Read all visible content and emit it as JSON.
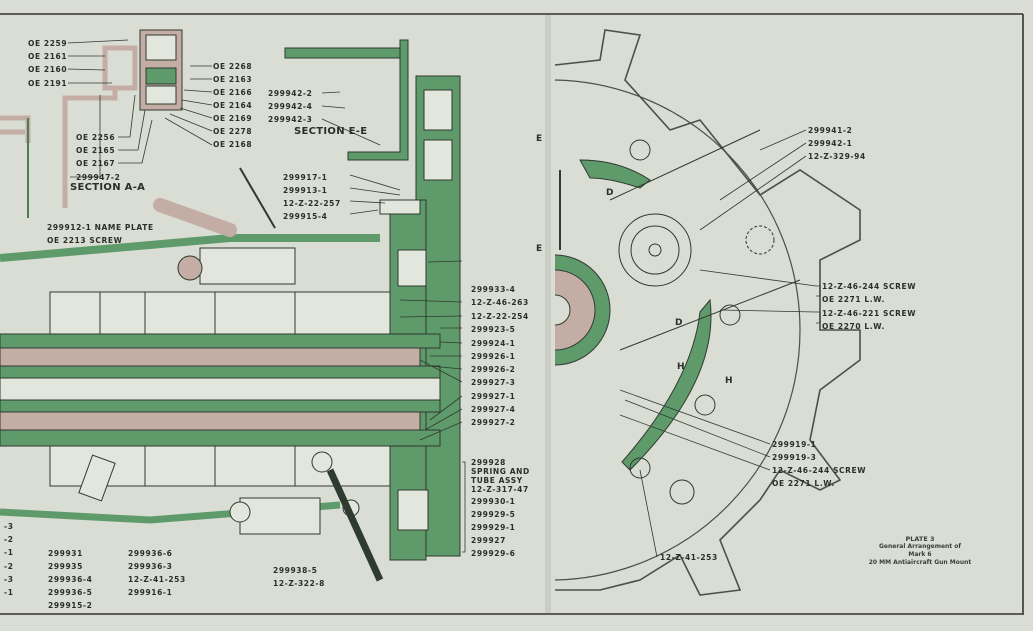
{
  "colors": {
    "paper": "#d9ddd3",
    "green": "#5f9a6b",
    "pink": "#c4ada4",
    "ink": "#2f3a30"
  },
  "plate": {
    "number": "PLATE 3",
    "line1": "General Arrangement of",
    "line2": "Mark 6",
    "line3": "20 MM Antiaircraft Gun Mount"
  },
  "sections": {
    "aa": "SECTION A-A",
    "ee": "SECTION E-E"
  },
  "section_marks": {
    "e_top": "E",
    "e_bottom": "E",
    "d_top": "D",
    "d_bottom": "D",
    "h_left": "H",
    "h_right": "H"
  },
  "callouts": {
    "section_aa_left": [
      "OE 2259",
      "OE 2161",
      "OE 2160",
      "OE 2191"
    ],
    "section_aa_right": [
      "OE 2268",
      "OE 2163",
      "OE 2166",
      "OE 2164",
      "OE 2169",
      "OE 2278",
      "OE 2168"
    ],
    "section_aa_bottom": [
      "OE 2256",
      "OE 2165",
      "OE 2167",
      "299947-2"
    ],
    "section_ee": [
      "299942-2",
      "299942-4",
      "299942-3"
    ],
    "receiver_upper": [
      "299917-1",
      "299913-1",
      "12-Z-22-257",
      "299915-4"
    ],
    "name_plate": [
      "299912-1 NAME PLATE",
      "OE 2213 SCREW"
    ],
    "right_column": [
      "299933-4",
      "12-Z-46-263",
      "12-Z-22-254",
      "299923-5",
      "299924-1",
      "299926-1",
      "299926-2",
      "299927-3",
      "299927-1",
      "299927-4",
      "299927-2"
    ],
    "spring_assy": [
      "299928",
      "SPRING AND",
      "TUBE ASSY",
      "12-Z-317-47",
      "299930-1",
      "299929-5",
      "299929-1",
      "299927",
      "299929-6"
    ],
    "bottom_left_edge": [
      "-3",
      "-2",
      "-1",
      "-2",
      "-3",
      "-1"
    ],
    "bottom_left": [
      "299931",
      "299935",
      "299936-4",
      "299936-5",
      "299915-2"
    ],
    "bottom_mid": [
      "299936-6",
      "299936-3",
      "12-Z-41-253",
      "299916-1"
    ],
    "bottom_right": [
      "299938-5",
      "12-Z-322-8"
    ],
    "plan_top": [
      "299941-2",
      "299942-1",
      "12-Z-329-94"
    ],
    "plan_mid": [
      "12-Z-46-244 SCREW",
      "OE 2271  L.W.",
      "12-Z-46-221 SCREW",
      "OE 2270  L.W."
    ],
    "plan_low": [
      "299919-1",
      "299919-3",
      "12-Z-46-244 SCREW",
      "OE 2271  L.W."
    ],
    "plan_bottom": [
      "12-Z-41-253"
    ]
  }
}
